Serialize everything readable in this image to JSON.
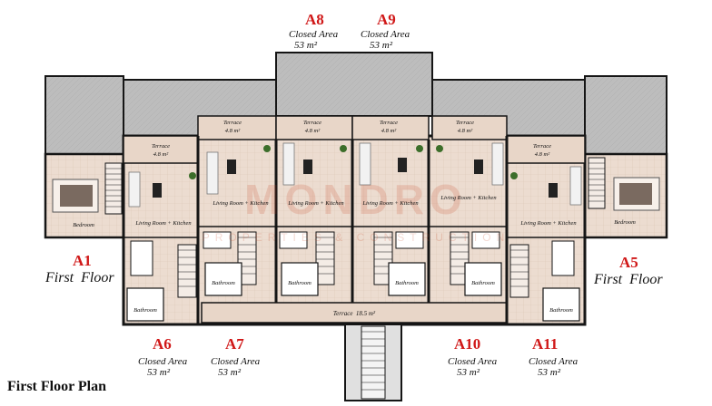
{
  "plan": {
    "title": "First Floor Plan",
    "watermark": "MONDRO",
    "watermark_sub": "PROPERTIES & CONSTRUCTION"
  },
  "units": {
    "a8": {
      "code": "A8",
      "label": "Closed Area",
      "area": "53 m²"
    },
    "a9": {
      "code": "A9",
      "label": "Closed Area",
      "area": "53 m²"
    },
    "a1": {
      "code": "A1",
      "floor": "First  Floor"
    },
    "a5": {
      "code": "A5",
      "floor": "First  Floor"
    },
    "a6": {
      "code": "A6",
      "label": "Closed Area",
      "area": "53 m²"
    },
    "a7": {
      "code": "A7",
      "label": "Closed Area",
      "area": "53 m²"
    },
    "a10": {
      "code": "A10",
      "label": "Closed Area",
      "area": "53 m²"
    },
    "a11": {
      "code": "A11",
      "label": "Closed Area",
      "area": "53 m²"
    }
  },
  "rooms": {
    "terrace_small": "Terrace",
    "terrace_small_area": "4.8 m²",
    "terrace_main": "Terrace  18.5 m²",
    "living": "Living Room + Kitchen",
    "bathroom": "Bathroom",
    "bedroom": "Bedroom"
  },
  "colors": {
    "roof": "#bdbdbd",
    "floor": "#ecdcd0",
    "wall": "#151515",
    "red": "#d01818"
  }
}
